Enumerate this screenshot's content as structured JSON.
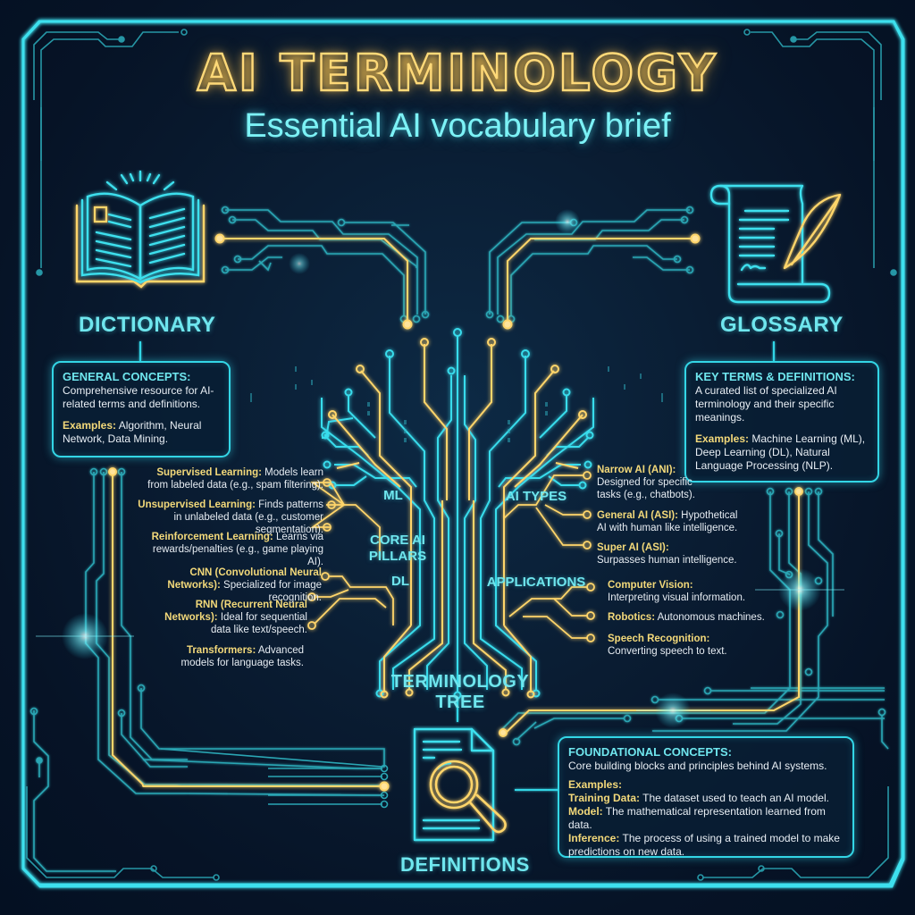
{
  "header": {
    "title": "AI TERMINOLOGY",
    "subtitle": "Essential AI vocabulary brief"
  },
  "colors": {
    "background": "#061326",
    "cyan_accent": "#33d6e6",
    "gold_accent": "#ffd978",
    "label_cyan": "#6fe6ee",
    "keyword_gold": "#f3d97a"
  },
  "dictionary": {
    "icon": "open-book-icon",
    "label": "DICTIONARY",
    "box": {
      "heading": "GENERAL CONCEPTS:",
      "description": "Comprehensive resource for AI-related terms and definitions.",
      "examples_label": "Examples:",
      "examples_text": "Algorithm, Neural Network, Data Mining."
    }
  },
  "glossary": {
    "icon": "scroll-quill-icon",
    "label": "GLOSSARY",
    "box": {
      "heading": "KEY TERMS & DEFINITIONS:",
      "description": "A curated list of specialized AI terminology and their specific meanings.",
      "examples_label": "Examples:",
      "examples_text": "Machine Learning (ML), Deep Learning (DL), Natural Language Processing (NLP)."
    }
  },
  "tree": {
    "title": "TERMINOLOGY TREE",
    "branch_labels": {
      "ml": "ML",
      "core_line1": "CORE AI",
      "core_line2": "PILLARS",
      "dl": "DL",
      "ai_types": "AI TYPES",
      "applications": "APPLICATIONS"
    },
    "left_terms": [
      {
        "key": "Supervised Learning:",
        "text": "Models learn from labeled data (e.g., spam filtering)."
      },
      {
        "key": "Unsupervised Learning:",
        "text": "Finds patterns in unlabeled data (e.g., customer segmentation)."
      },
      {
        "key": "Reinforcement Learning:",
        "text": "Learns via rewards/penalties (e.g., game playing AI)."
      },
      {
        "key": "CNN (Convolutional Neural Networks):",
        "text": "Specialized for image recognition."
      },
      {
        "key": "RNN (Recurrent Neural Networks):",
        "text": "Ideal for sequential data like text/speech."
      },
      {
        "key": "Transformers:",
        "text": "Advanced models for language tasks."
      }
    ],
    "right_terms": [
      {
        "key": "Narrow AI (ANI):",
        "text": "Designed for specific tasks (e.g., chatbots)."
      },
      {
        "key": "General AI (ASI):",
        "text": "Hypothetical AI with human like intelligence."
      },
      {
        "key": "Super AI (ASI):",
        "text": "Surpasses human intelligence."
      },
      {
        "key": "Computer Vision:",
        "text": "Interpreting visual information."
      },
      {
        "key": "Robotics:",
        "text": "Autonomous machines."
      },
      {
        "key": "Speech Recognition:",
        "text": "Converting speech to text."
      }
    ]
  },
  "definitions": {
    "icon": "document-magnifier-icon",
    "label": "DEFINITIONS",
    "box": {
      "heading": "FOUNDATIONAL CONCEPTS:",
      "description": "Core building blocks and principles behind AI systems.",
      "examples_label": "Examples:",
      "items": [
        {
          "key": "Training Data:",
          "text": "The dataset used to teach an AI model."
        },
        {
          "key": "Model:",
          "text": "The mathematical representation learned from data."
        },
        {
          "key": "Inference:",
          "text": "The process of using a trained model to make predictions on new data."
        }
      ]
    }
  }
}
